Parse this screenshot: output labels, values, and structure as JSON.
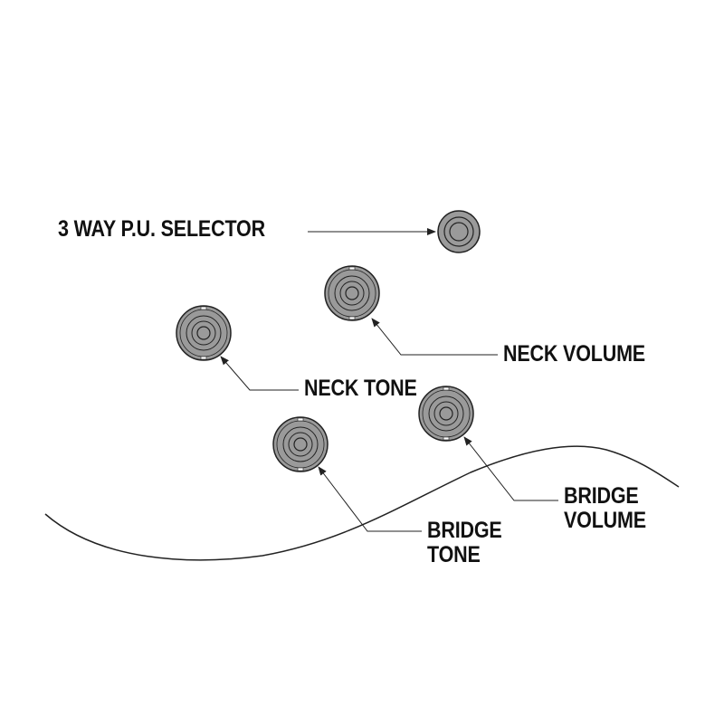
{
  "labels": {
    "selector": "3 WAY P.U. SELECTOR",
    "neck_volume": "NECK VOLUME",
    "neck_tone": "NECK TONE",
    "bridge_volume_line1": "BRIDGE",
    "bridge_volume_line2": "VOLUME",
    "bridge_tone_line1": "BRIDGE",
    "bridge_tone_line2": "TONE"
  },
  "colors": {
    "knob_fill": "#9a9a9a",
    "line": "#222222",
    "text": "#111111",
    "background": "#ffffff"
  }
}
